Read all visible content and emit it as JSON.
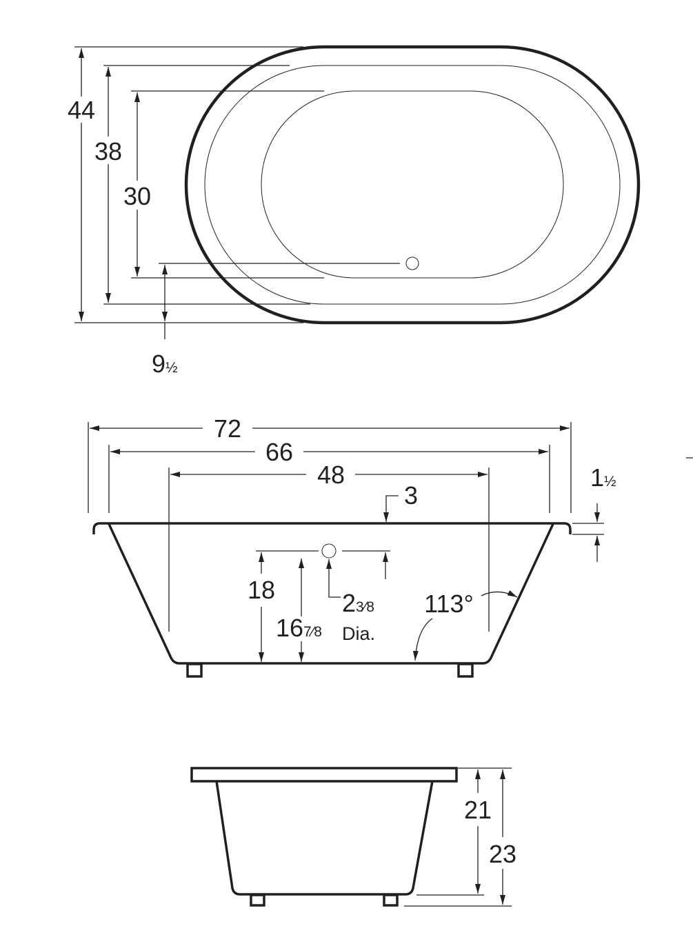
{
  "top_view": {
    "dim_overall_width": "44",
    "dim_rim_inner": "38",
    "dim_basin": "30",
    "dim_drain_offset_whole": "9",
    "dim_drain_offset_frac": "½"
  },
  "side_view": {
    "dim_overall_length": "72",
    "dim_rim_inner": "66",
    "dim_bottom": "48",
    "dim_rim_width": "3",
    "dim_rim_thickness_whole": "1",
    "dim_rim_thickness_frac": "½",
    "dim_drain_height": "18",
    "dim_drain_center_whole": "16",
    "dim_drain_center_frac": "7⁄8",
    "dim_drain_dia_whole": "2",
    "dim_drain_dia_frac": "3⁄8",
    "dim_drain_dia_label": "Dia.",
    "dim_wall_angle": "113°"
  },
  "end_view": {
    "dim_interior_depth": "21",
    "dim_overall_height": "23"
  }
}
